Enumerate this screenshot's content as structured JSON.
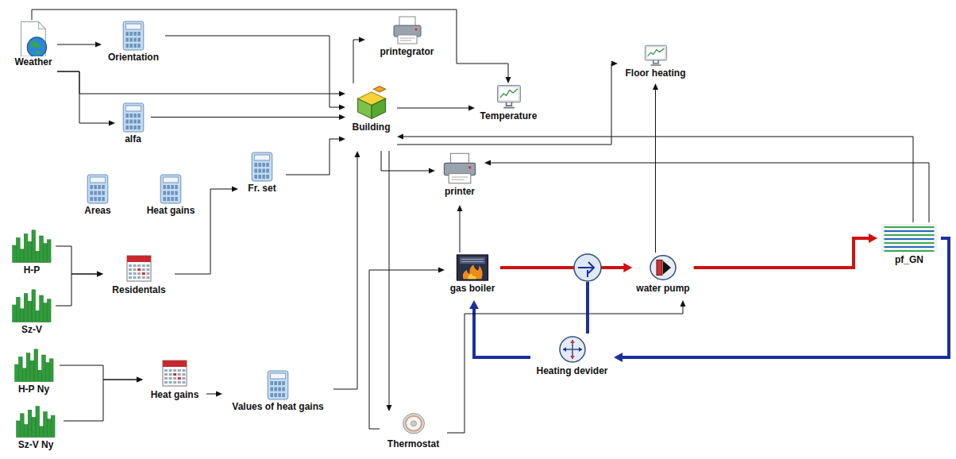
{
  "diagram": {
    "nodes": [
      {
        "text": [
          "Weather"
        ]
      },
      {
        "text": [
          "Orientation"
        ]
      },
      {
        "text": [
          "alfa"
        ]
      },
      {
        "text": [
          "Areas"
        ]
      },
      {
        "text": [
          "Heat gains"
        ]
      },
      {
        "text": [
          "Fr. set"
        ]
      },
      {
        "text": [
          "H-P"
        ]
      },
      {
        "text": [
          "Sz-V"
        ]
      },
      {
        "text": [
          "Residentals"
        ]
      },
      {
        "text": [
          "H-P Ny"
        ]
      },
      {
        "text": [
          "Sz-V Ny"
        ]
      },
      {
        "text": [
          "Heat gains"
        ]
      },
      {
        "text": [
          "Values of heat gains"
        ]
      },
      {
        "text": [
          "printegrator"
        ]
      },
      {
        "text": [
          "Building"
        ]
      },
      {
        "text": [
          "Temperature"
        ]
      },
      {
        "text": [
          "printer"
        ]
      },
      {
        "text": [
          "Floor heating"
        ]
      },
      {
        "text": [
          "gas boiler"
        ]
      },
      {
        "text": [
          "water pump"
        ]
      },
      {
        "text": [
          "pf_GN"
        ]
      },
      {
        "text": [
          "Heating devider"
        ]
      },
      {
        "text": [
          "Thermostat"
        ]
      }
    ],
    "edges": [
      {
        "from": 0,
        "to": 1,
        "arrow": "to"
      },
      {
        "from": 0,
        "to": 2,
        "arrow": "to"
      },
      {
        "from": 0,
        "to": 14,
        "arrow": "to"
      },
      {
        "from": 0,
        "to": 15,
        "arrow": "to"
      },
      {
        "from": 2,
        "to": 14,
        "arrow": "to"
      },
      {
        "from": 1,
        "to": 14,
        "arrow": "to"
      },
      {
        "from": 6,
        "to": 8,
        "arrow": "to"
      },
      {
        "from": 7,
        "to": 8,
        "arrow": "to"
      },
      {
        "from": 8,
        "to": 5,
        "arrow": "to"
      },
      {
        "from": 5,
        "to": 14,
        "arrow": "to"
      },
      {
        "from": 9,
        "to": 11,
        "arrow": "to"
      },
      {
        "from": 10,
        "to": 11,
        "arrow": "to"
      },
      {
        "from": 11,
        "to": 12,
        "arrow": "to"
      },
      {
        "from": 12,
        "to": 14,
        "arrow": "to"
      },
      {
        "from": 14,
        "to": 15,
        "arrow": "to"
      },
      {
        "from": 14,
        "to": 17,
        "arrow": "to"
      },
      {
        "from": 14,
        "to": 16,
        "arrow": "to"
      },
      {
        "from": 14,
        "to": 22,
        "arrow": "to"
      },
      {
        "from": 20,
        "to": 14,
        "arrow": "to"
      },
      {
        "from": 18,
        "to": 19,
        "arrow": "to"
      },
      {
        "from": 19,
        "to": 20,
        "arrow": "to"
      },
      {
        "from": 20,
        "to": 21,
        "arrow": "to"
      },
      {
        "from": 21,
        "to": 18,
        "arrow": "to"
      },
      {
        "from": 22,
        "to": 18,
        "arrow": "to"
      },
      {
        "from": 22,
        "to": 19,
        "arrow": "to"
      },
      {
        "from": 18,
        "to": 16,
        "arrow": "to"
      },
      {
        "from": 19,
        "to": 17,
        "arrow": "to"
      },
      {
        "from": 20,
        "to": 16,
        "arrow": "to"
      },
      {
        "from": 14,
        "to": 13,
        "arrow": "to"
      }
    ]
  }
}
